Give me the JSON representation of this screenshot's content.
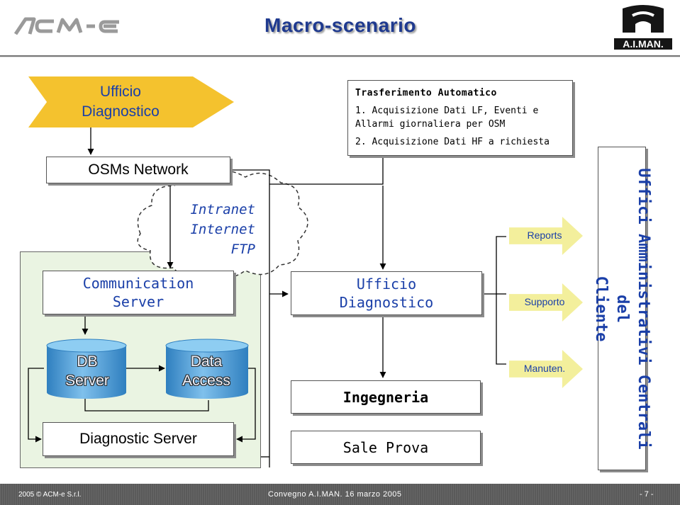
{
  "header": {
    "title": "Macro-scenario",
    "logo_left": "ACM-e",
    "logo_right": "A.I.MAN."
  },
  "left": {
    "ufficio": [
      "Ufficio",
      "Diagnostico"
    ],
    "osms": "OSMs Network",
    "cloud": [
      "Intranet",
      "Internet",
      "FTP"
    ],
    "comm": [
      "Communication",
      "Server"
    ],
    "db": [
      "DB",
      "Server"
    ],
    "data_access": [
      "Data",
      "Access"
    ],
    "diag_server": "Diagnostic Server"
  },
  "transfer": {
    "title": "Trasferimento Automatico",
    "item1": "1. Acquisizione Dati LF, Eventi e Allarmi giornaliera per OSM",
    "item2": "2. Acquisizione Dati HF a richiesta"
  },
  "middle": {
    "ufficio": [
      "Ufficio",
      "Diagnostico"
    ],
    "ingegneria": "Ingegneria",
    "sale_prova": "Sale Prova"
  },
  "right": {
    "reports": "Reports",
    "supporto": "Supporto",
    "manuten": "Manuten.",
    "uffici": [
      "Uffici Amministrativi Centrali del",
      "Cliente"
    ]
  },
  "footer": {
    "left": "2005 © ACM-e S.r.l.",
    "center": "Convegno A.I.MAN. 16 marzo 2005",
    "right": "- 7 -"
  },
  "colors": {
    "title": "#1f3a8f",
    "pentagon": "#f4c22e",
    "panel": "#eaf4e2",
    "cylinder": "#5aa6de",
    "arrow": "#f3ef9c",
    "text_blue": "#1a3fa8"
  }
}
